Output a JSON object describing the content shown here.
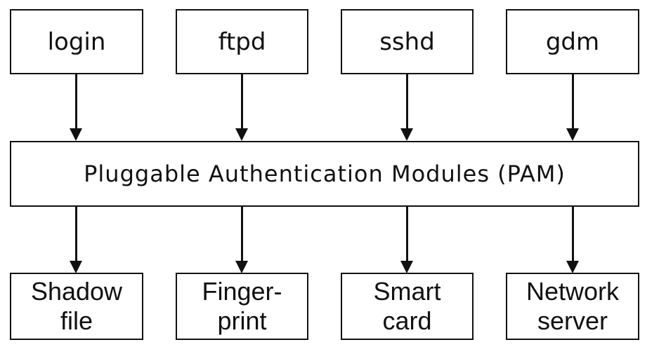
{
  "top_boxes": [
    {
      "label": "login"
    },
    {
      "label": "ftpd"
    },
    {
      "label": "sshd"
    },
    {
      "label": "gdm"
    }
  ],
  "middle_box": {
    "label": "Pluggable Authentication Modules (PAM)"
  },
  "bottom_boxes": [
    {
      "lines": [
        "Shadow",
        "file"
      ]
    },
    {
      "lines": [
        "Finger-",
        "print"
      ]
    },
    {
      "lines": [
        "Smart",
        "card"
      ]
    },
    {
      "lines": [
        "Network",
        "server"
      ]
    }
  ],
  "colors": {
    "stroke": "#111111",
    "background": "#ffffff"
  }
}
